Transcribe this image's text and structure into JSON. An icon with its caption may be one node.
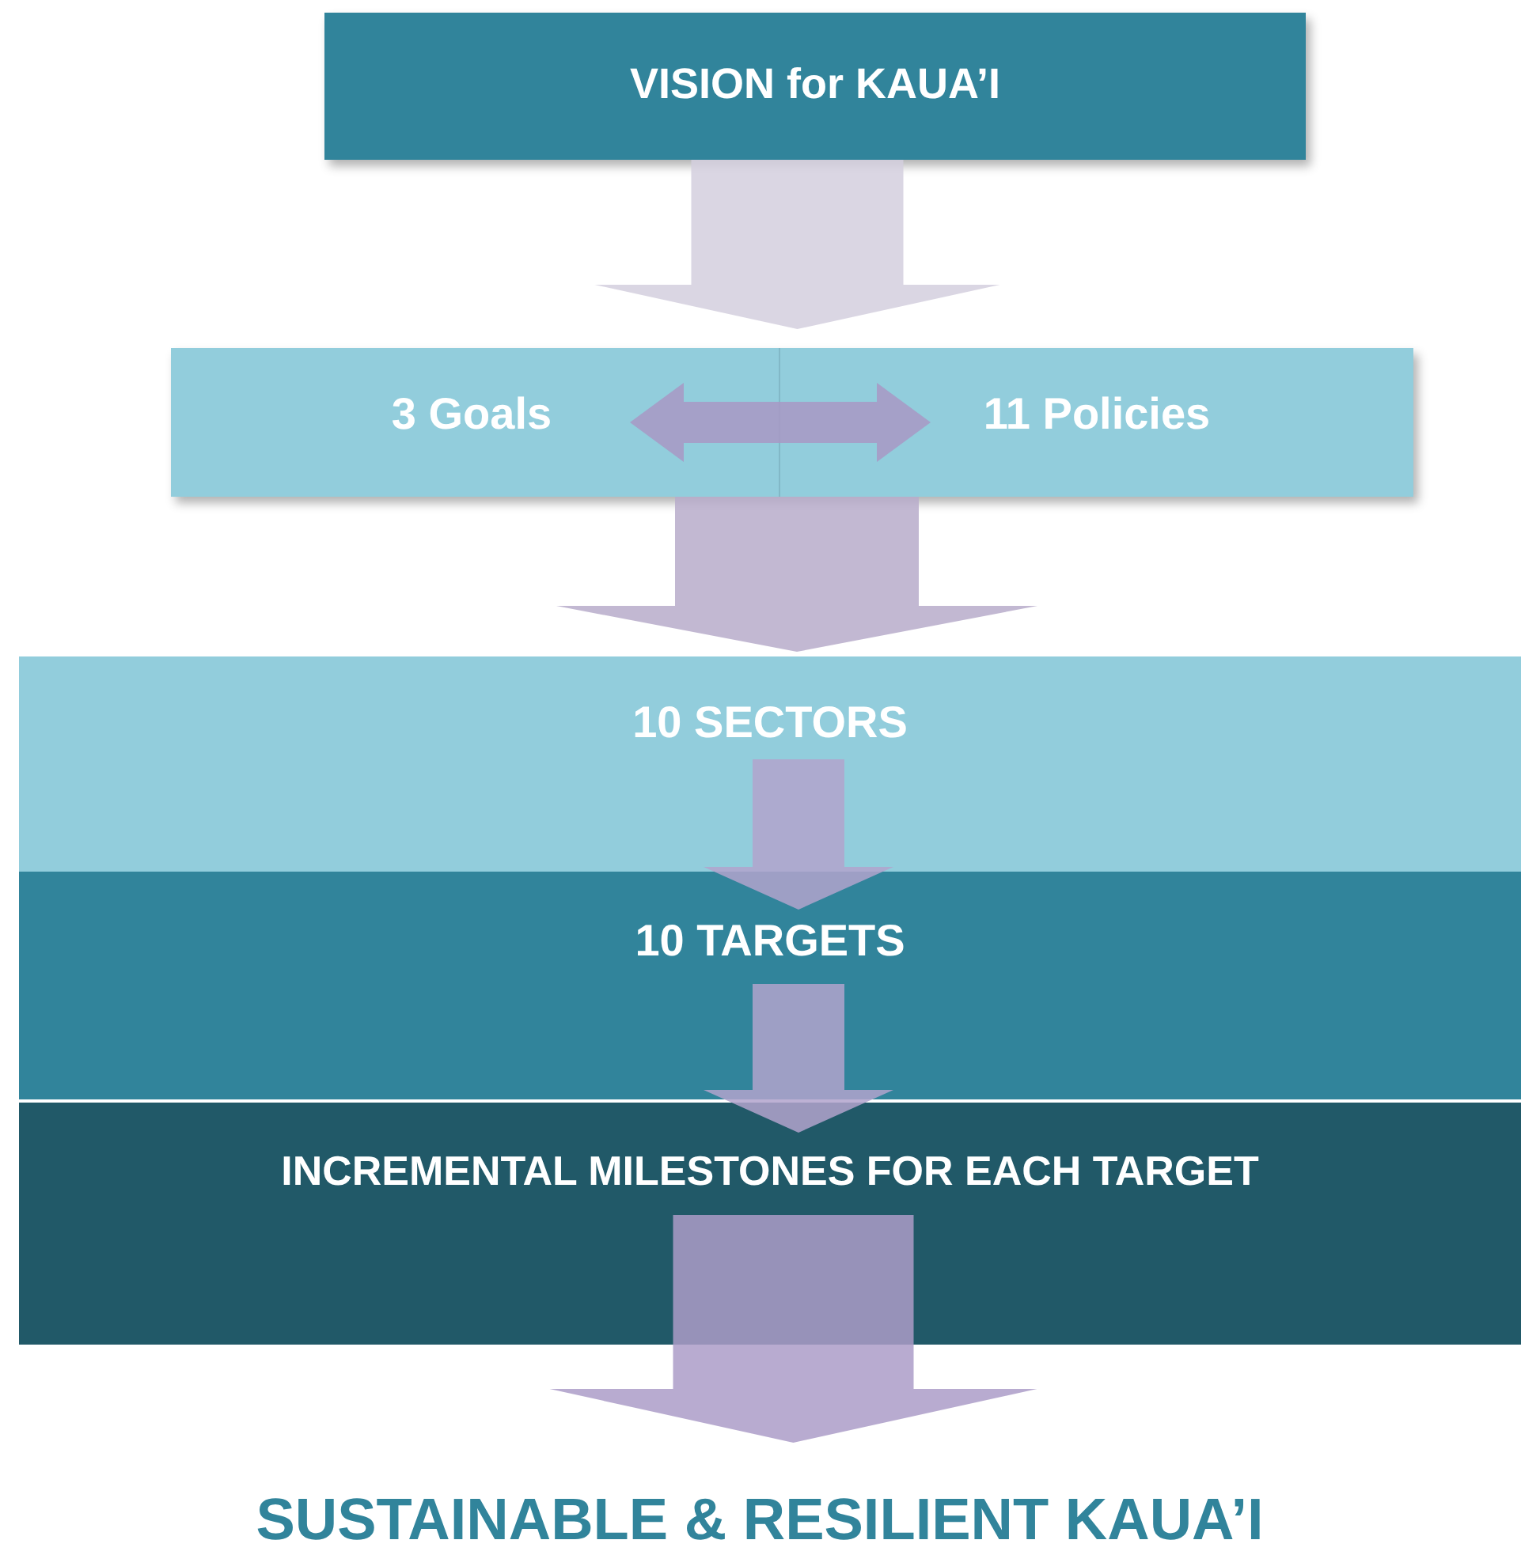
{
  "diagram": {
    "nodes": [
      {
        "text": [
          "VISION for KAUA’I"
        ]
      },
      {
        "text": [],
        "shape": "box"
      },
      {
        "text": [
          "3 Goals"
        ],
        "in": 1
      },
      {
        "text": [
          "11 Policies"
        ],
        "in": 1
      },
      {
        "text": [
          "10 SECTORS"
        ]
      },
      {
        "text": [
          "10 TARGETS"
        ]
      },
      {
        "text": [
          "INCREMENTAL MILESTONES FOR EACH TARGET"
        ]
      },
      {
        "text": [
          "SUSTAINABLE & RESILIENT KAUA’I"
        ]
      }
    ],
    "edges": [
      {
        "from": 0,
        "to": 1,
        "arrow": "to"
      },
      {
        "from": 2,
        "to": 3,
        "arrow": "both"
      },
      {
        "from": 1,
        "to": 4,
        "arrow": "to"
      },
      {
        "from": 4,
        "to": 5,
        "arrow": "to"
      },
      {
        "from": 5,
        "to": 6,
        "arrow": "to"
      },
      {
        "from": 6,
        "to": 7,
        "arrow": "to"
      }
    ]
  }
}
